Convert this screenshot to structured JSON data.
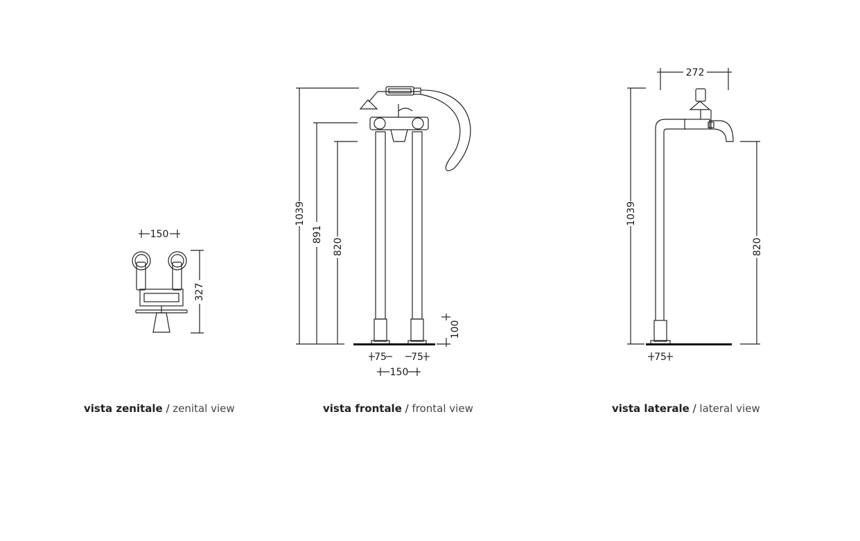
{
  "views": {
    "zenital": {
      "label_it": "vista zenitale",
      "separator": " / ",
      "label_en": "zenital view",
      "dim_width": "150",
      "dim_depth": "327"
    },
    "frontal": {
      "label_it": "vista frontale",
      "separator": " / ",
      "label_en": "frontal view",
      "dim_total_height": "1039",
      "dim_handle_height": "891",
      "dim_spout_height": "820",
      "dim_base_height": "100",
      "dim_leg_left": "75",
      "dim_leg_right": "75",
      "dim_leg_spacing": "150"
    },
    "lateral": {
      "label_it": "vista laterale",
      "separator": " / ",
      "label_en": "lateral view",
      "dim_projection": "272",
      "dim_total_height": "1039",
      "dim_spout_height": "820",
      "dim_leg": "75"
    }
  }
}
